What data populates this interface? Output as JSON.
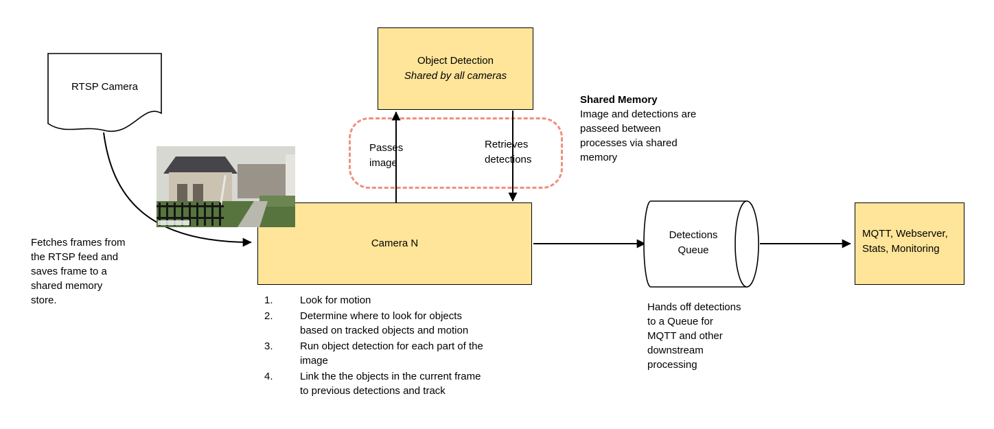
{
  "colors": {
    "node_fill": "#ffe599",
    "node_border": "#000000",
    "shared_memory_dashed": "#ef8f7d",
    "arrow": "#000000"
  },
  "nodes": {
    "rtsp_camera": {
      "label": "RTSP Camera"
    },
    "object_detection": {
      "title": "Object Detection",
      "subtitle": "Shared by all cameras"
    },
    "camera_n": {
      "label": "Camera N"
    },
    "detections_queue": {
      "label": "Detections\nQueue"
    },
    "outputs": {
      "label": "MQTT, Webserver,\nStats, Monitoring"
    }
  },
  "edge_labels": {
    "passes_image": "Passes\nimage",
    "retrieves_detections": "Retrieves\ndetections"
  },
  "annotations": {
    "fetches_frames": "Fetches frames from\nthe RTSP feed and\nsaves frame to a\nshared memory\nstore.",
    "shared_memory_title": "Shared Memory",
    "shared_memory_body": "Image and detections are\npasseed between\nprocesses via shared\nmemory",
    "hands_off": "Hands off detections\nto a Queue for\nMQTT and other\ndownstream\nprocessing"
  },
  "camera_steps": [
    "Look for motion",
    "Determine where to look for objects\nbased on tracked objects and motion",
    "Run object detection for each part of the\nimage",
    "Link the the objects in the current frame\nto previous detections and track"
  ]
}
